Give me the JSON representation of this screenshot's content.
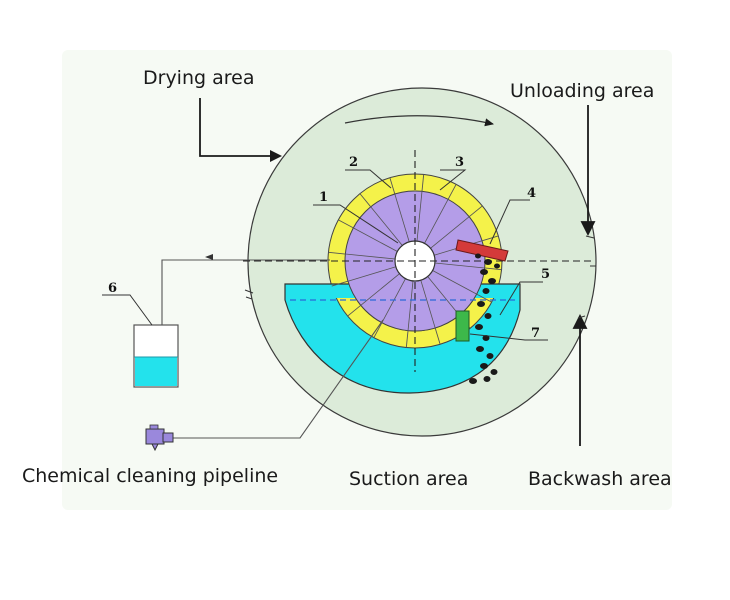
{
  "labels": {
    "drying_area": "Drying area",
    "unloading_area": "Unloading area",
    "chemical_cleaning_pipeline": "Chemical cleaning pipeline",
    "suction_area": "Suction area",
    "backwash_area": "Backwash area"
  },
  "part_numbers": {
    "n1": "1",
    "n2": "2",
    "n3": "3",
    "n4": "4",
    "n5": "5",
    "n6": "6",
    "n7": "7"
  },
  "colors": {
    "outer_disc": "#dcebd9",
    "background_panel": "#f6faf4",
    "filter_ring": "#f4f24a",
    "inner_rotor": "#b49de8",
    "slurry": "#23e2ec",
    "scraper": "#d43a3a",
    "backwash_block": "#3db84a",
    "pump": "#9a88dc",
    "outline": "#333333"
  },
  "icons": {
    "tank": "chemical-tank-icon",
    "pump": "dosing-pump-icon"
  }
}
